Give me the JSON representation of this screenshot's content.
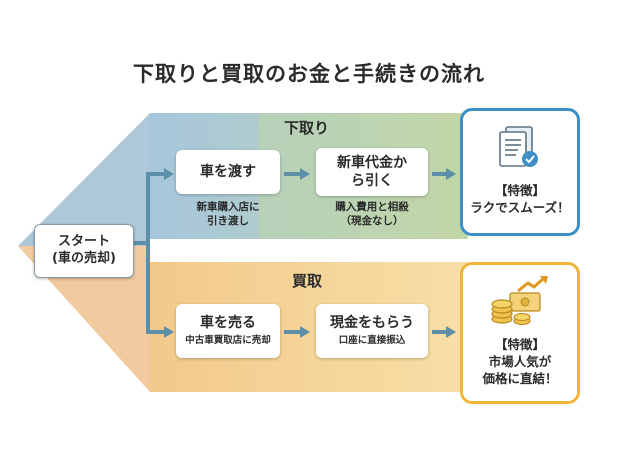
{
  "title": "下取りと買取のお金と手続きの流れ",
  "start": {
    "label": "スタート\n(車の売却)"
  },
  "trade_in": {
    "label": "下取り",
    "step1": {
      "label": "車を渡す",
      "note": "新車購入店に\n引き渡し"
    },
    "step2": {
      "label": "新車代金か\nら引く",
      "note": "購入費用と相殺\n（現金なし）"
    },
    "feature": {
      "heading": "【特徴】",
      "text": "ラクでスムーズ！",
      "icon": "document-check-icon"
    }
  },
  "buyout": {
    "label": "買取",
    "step1": {
      "label": "車を売る",
      "note": "中古車買取店に売却"
    },
    "step2": {
      "label": "現金をもらう",
      "note": "口座に直接振込"
    },
    "feature": {
      "heading": "【特徴】",
      "text": "市場人気が\n価格に直結！",
      "icon": "cash-growth-icon"
    }
  },
  "colors": {
    "blue_band": "#a9c7dc",
    "green_band": "#bcd3a6",
    "orange_band": "#f4c98a",
    "blue_border": "#3f8fc4",
    "orange_border": "#f0b43a",
    "arrow": "#5e8fa8"
  }
}
